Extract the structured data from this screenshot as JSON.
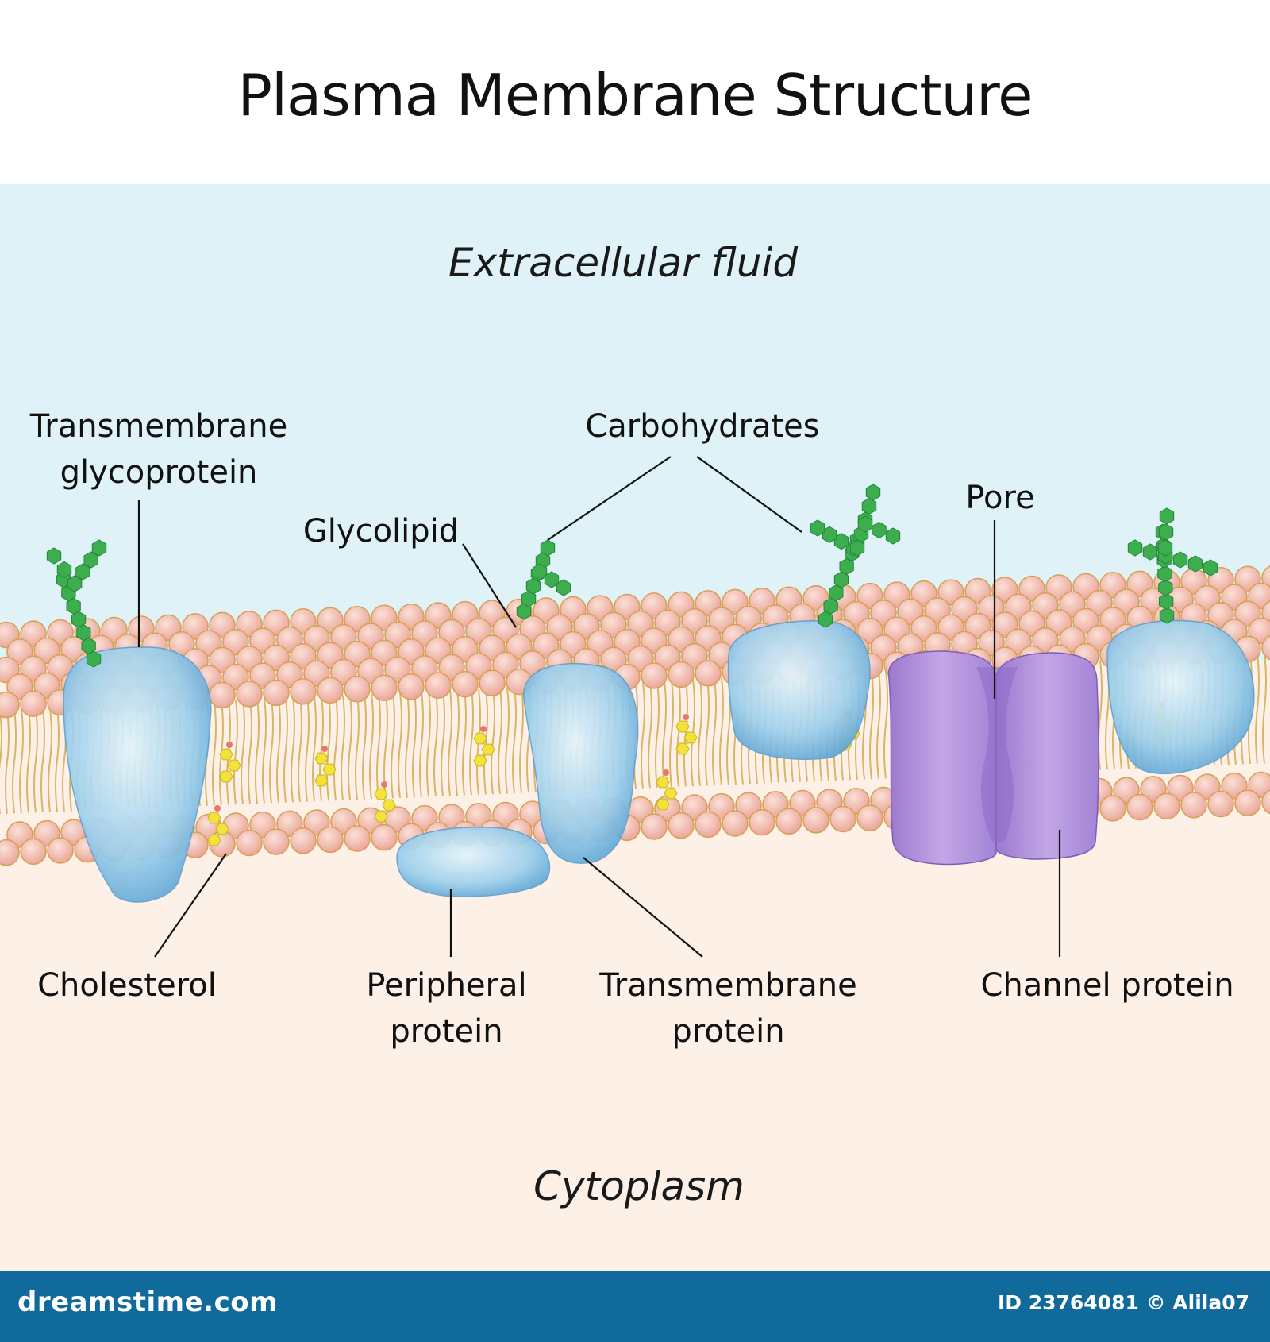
{
  "title": "Plasma Membrane Structure",
  "regions": {
    "extracellular": "Extracellular fluid",
    "cytoplasm": "Cytoplasm"
  },
  "labels": {
    "transmembrane_glycoprotein": [
      "Transmembrane",
      "glycoprotein"
    ],
    "carbohydrates": "Carbohydrates",
    "glycolipid": "Glycolipid",
    "pore": "Pore",
    "cholesterol": "Cholesterol",
    "peripheral_protein": [
      "Peripheral",
      "protein"
    ],
    "transmembrane_protein": [
      "Transmembrane",
      "protein"
    ],
    "channel_protein": "Channel protein"
  },
  "footer": {
    "brand": "dreamstime.com",
    "credit": "ID 23764081 © Alila07"
  },
  "colors": {
    "extracellular_bg": "#dff2f7",
    "cytoplasm_bg": "#fdf0e6",
    "lipid_head": "#f2b5a8",
    "lipid_head_stroke": "#d6a050",
    "lipid_tail": "#d9b56a",
    "protein": "#8fc7e8",
    "channel": "#b18fd9",
    "carbohydrate": "#3cae4e",
    "cholesterol": "#f3e23a",
    "footer": "#116a9c"
  }
}
